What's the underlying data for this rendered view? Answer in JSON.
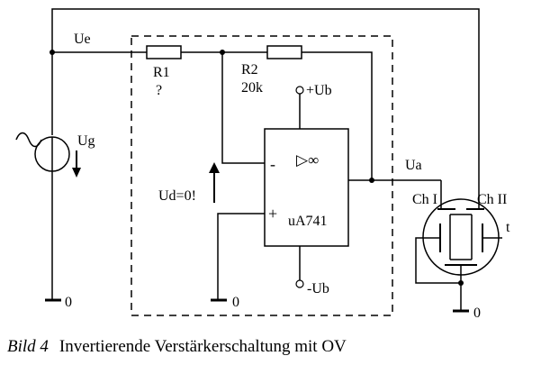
{
  "labels": {
    "ue": "Ue",
    "r1": "R1",
    "r1_value": "?",
    "r2": "R2",
    "r2_value": "20k",
    "plus_ub": "+Ub",
    "minus_ub": "-Ub",
    "ug": "Ug",
    "ua": "Ua",
    "ud": "Ud=0!",
    "opamp_type": "uA741",
    "inv_input": "-",
    "noninv_input": "+",
    "opamp_symbol": "▷∞",
    "ch1": "Ch I",
    "ch2": "Ch II",
    "time": "t",
    "ground_left": "0",
    "ground_mid": "0",
    "ground_right": "0"
  },
  "caption": {
    "number": "Bild 4",
    "text": "Invertierende Verstärkerschaltung mit OV"
  }
}
